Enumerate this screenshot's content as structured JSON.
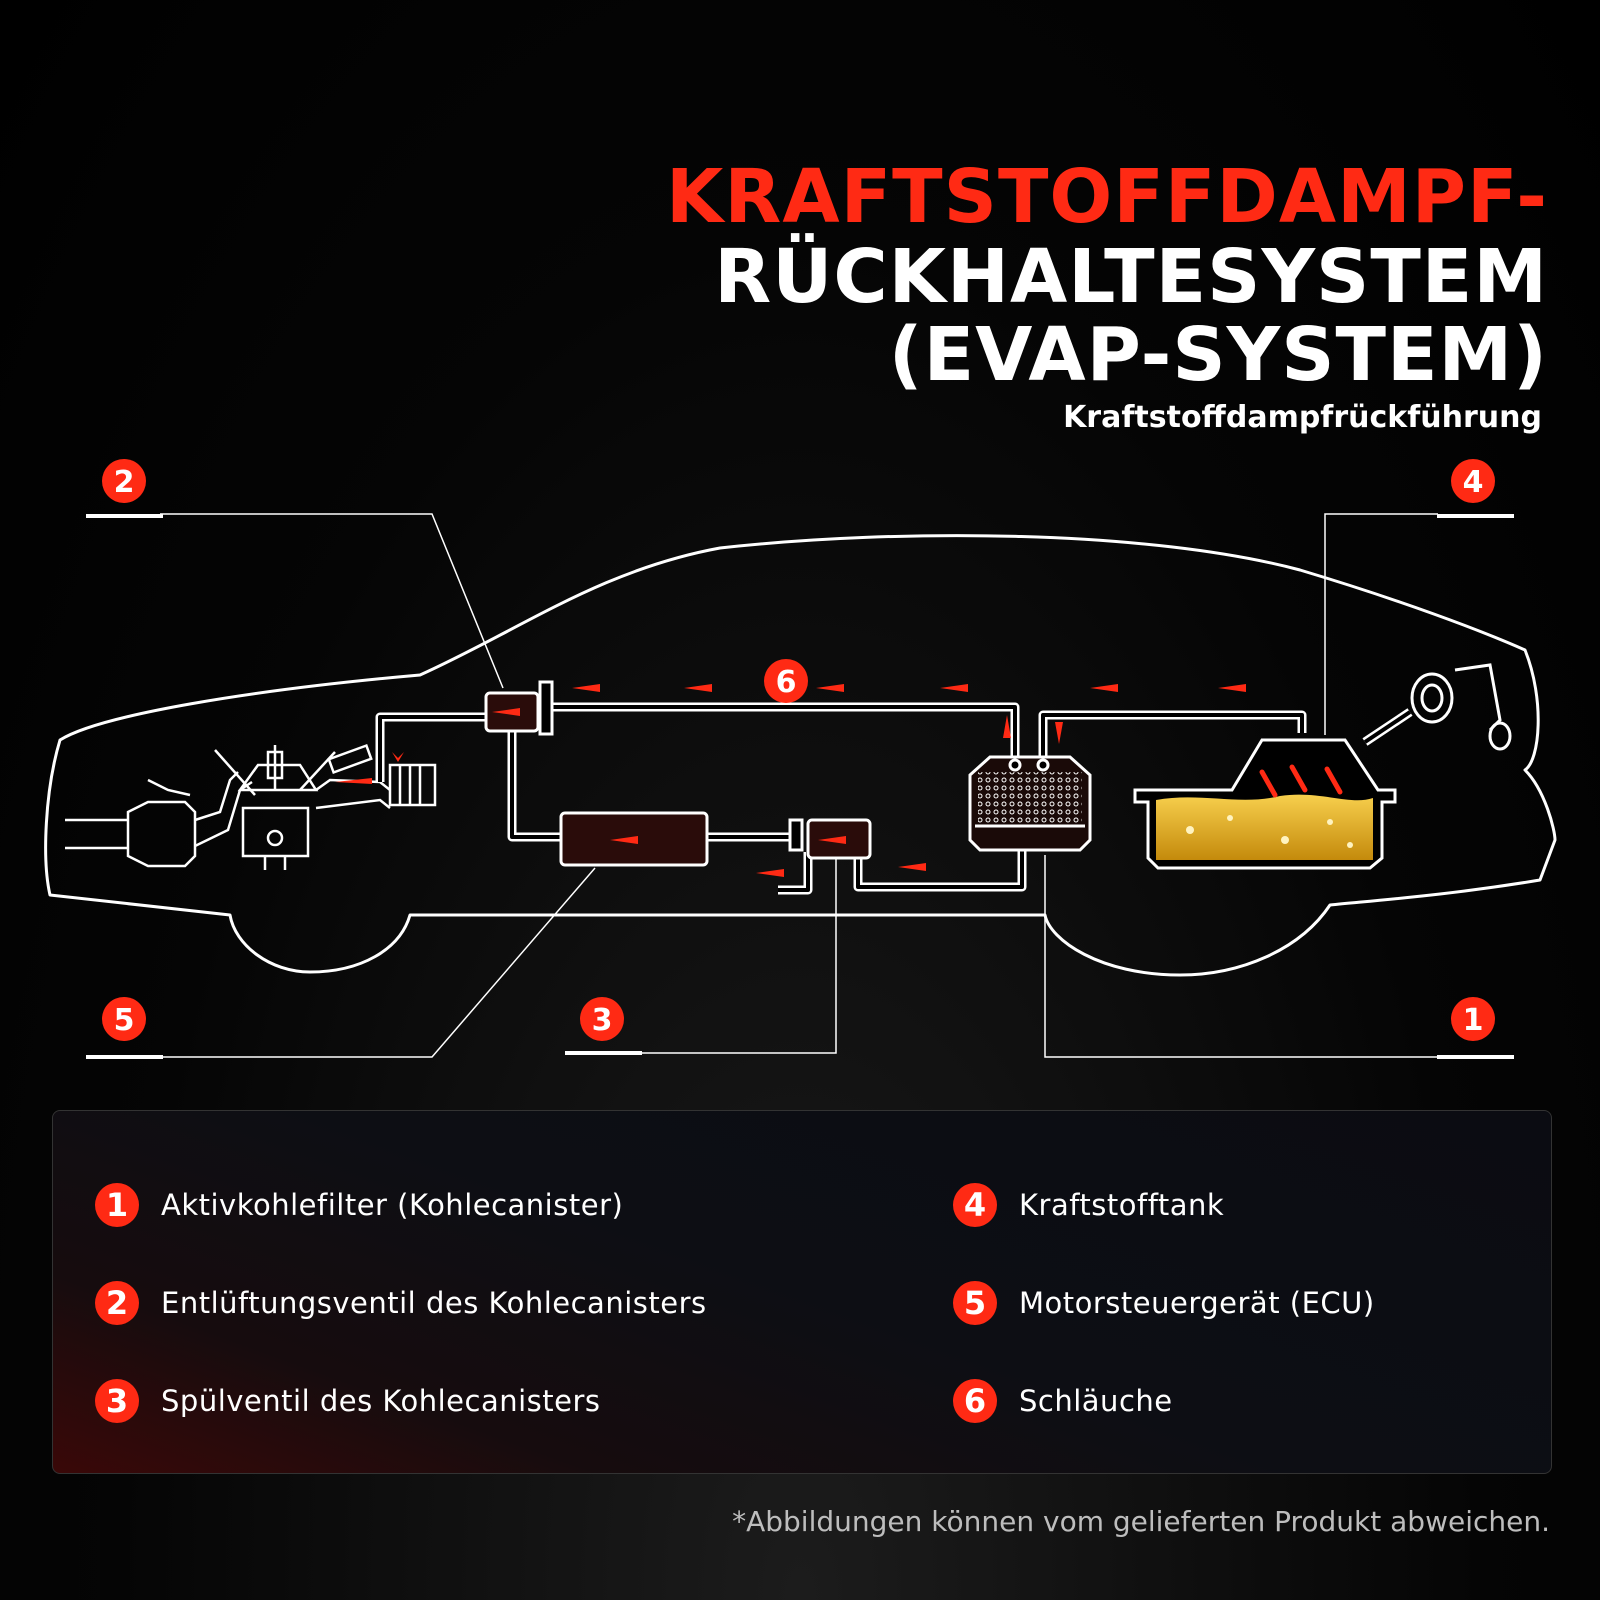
{
  "title": {
    "line1": "KRAFTSTOFFDAMPF-",
    "line2": "RÜCKHALTESYSTEM",
    "line3": "(EVAP-SYSTEM)",
    "subtitle": "Kraftstoffdampfrückführung"
  },
  "callouts": [
    "1",
    "2",
    "3",
    "4",
    "5",
    "6"
  ],
  "legend": [
    {
      "num": "1",
      "label": "Aktivkohlefilter (Kohlecanister)"
    },
    {
      "num": "2",
      "label": "Entlüftungsventil des Kohlecanisters"
    },
    {
      "num": "3",
      "label": "Spülventil des Kohlecanisters"
    },
    {
      "num": "4",
      "label": "Kraftstofftank"
    },
    {
      "num": "5",
      "label": "Motorsteuergerät (ECU)"
    },
    {
      "num": "6",
      "label": "Schläuche"
    }
  ],
  "disclaimer": "*Abbildungen können vom gelieferten Produkt abweichen.",
  "colors": {
    "accent": "#ff2a14",
    "fuel": "#e8b21c",
    "line": "#ffffff",
    "background": "#000000"
  }
}
